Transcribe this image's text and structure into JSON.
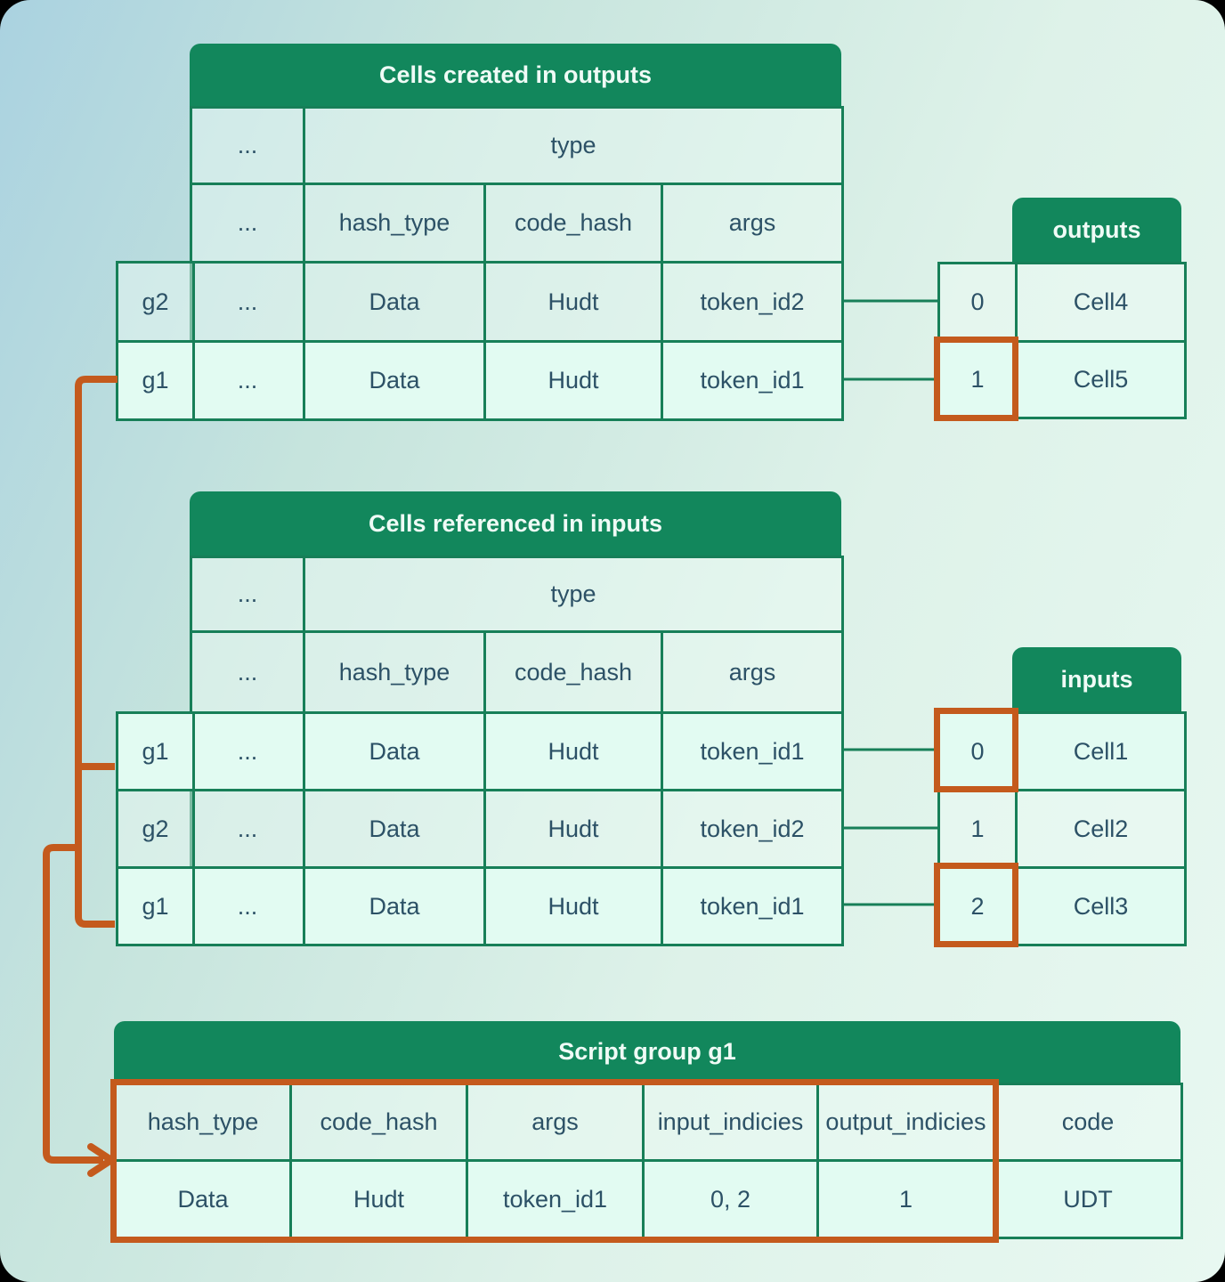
{
  "colors": {
    "header_green": "#12875C",
    "border_green": "#177F58",
    "row_highlight_mint": "#E2FBF2",
    "accent_orange": "#C45A1D",
    "text_dark": "#2C5166"
  },
  "top": {
    "title": "Cells created in outputs",
    "ellipsis": "...",
    "type_header": "type",
    "columns": [
      "hash_type",
      "code_hash",
      "args"
    ],
    "rows": [
      {
        "group": "g2",
        "dots": "...",
        "hash_type": "Data",
        "code_hash": "Hudt",
        "args": "token_id2"
      },
      {
        "group": "g1",
        "dots": "...",
        "hash_type": "Data",
        "code_hash": "Hudt",
        "args": "token_id1"
      }
    ],
    "side": {
      "title": "outputs",
      "rows": [
        {
          "index": "0",
          "cell": "Cell4"
        },
        {
          "index": "1",
          "cell": "Cell5"
        }
      ]
    }
  },
  "middle": {
    "title": "Cells referenced in inputs",
    "ellipsis": "...",
    "type_header": "type",
    "columns": [
      "hash_type",
      "code_hash",
      "args"
    ],
    "rows": [
      {
        "group": "g1",
        "dots": "...",
        "hash_type": "Data",
        "code_hash": "Hudt",
        "args": "token_id1"
      },
      {
        "group": "g2",
        "dots": "...",
        "hash_type": "Data",
        "code_hash": "Hudt",
        "args": "token_id2"
      },
      {
        "group": "g1",
        "dots": "...",
        "hash_type": "Data",
        "code_hash": "Hudt",
        "args": "token_id1"
      }
    ],
    "side": {
      "title": "inputs",
      "rows": [
        {
          "index": "0",
          "cell": "Cell1"
        },
        {
          "index": "1",
          "cell": "Cell2"
        },
        {
          "index": "2",
          "cell": "Cell3"
        }
      ]
    }
  },
  "script_group": {
    "title": "Script group g1",
    "columns": [
      "hash_type",
      "code_hash",
      "args",
      "input_indicies",
      "output_indicies",
      "code"
    ],
    "values": [
      "Data",
      "Hudt",
      "token_id1",
      "0, 2",
      "1",
      "UDT"
    ]
  }
}
